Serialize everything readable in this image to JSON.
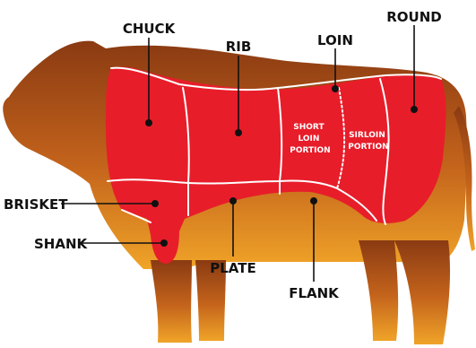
{
  "labels": {
    "chuck": "CHUCK",
    "rib": "RIB",
    "loin": "LOIN",
    "round": "ROUND",
    "brisket": "BRISKET",
    "shank": "SHANK",
    "plate": "PLATE",
    "flank": "FLANK"
  },
  "inner_labels": {
    "short_loin": [
      "SHORT",
      "LOIN",
      "PORTION"
    ],
    "sirloin": [
      "SIRLOIN",
      "PORTION"
    ]
  },
  "colors": {
    "body_top": "#8a3a12",
    "body_bottom": "#f0a428",
    "cut_fill": "#e81d2a",
    "seam": "#ffffff",
    "label_text": "#111111"
  }
}
